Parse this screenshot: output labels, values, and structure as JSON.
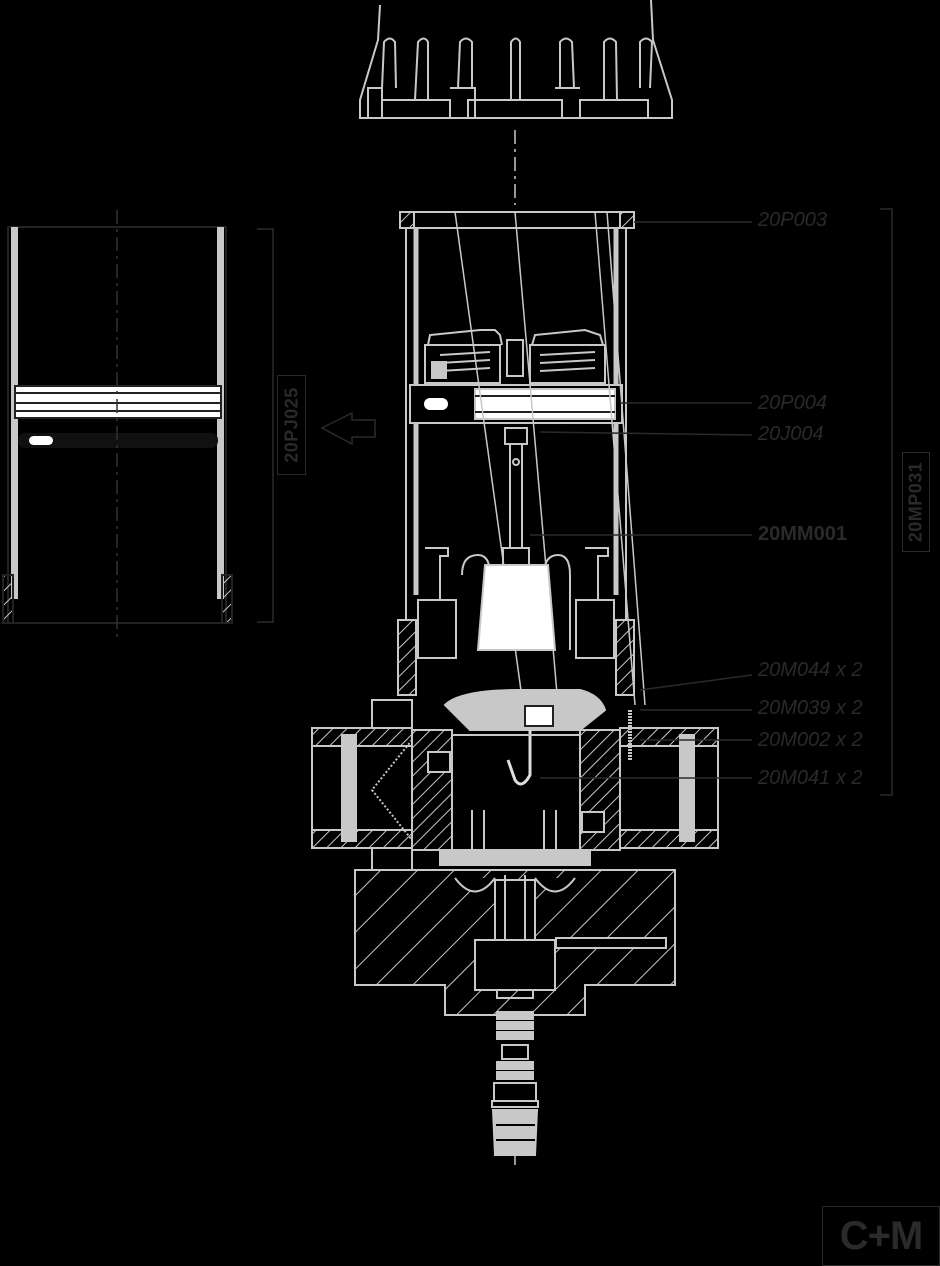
{
  "diagram": {
    "type": "exploded sectional technical drawing",
    "background": "#000000",
    "line_color": "#c8c8c8",
    "label_color": "#2a2a2a"
  },
  "labels": [
    {
      "id": "20P003",
      "text": "20P003",
      "style": "italic"
    },
    {
      "id": "20P004",
      "text": "20P004",
      "style": "italic"
    },
    {
      "id": "20J004",
      "text": "20J004",
      "style": "italic"
    },
    {
      "id": "20MM001",
      "text": "20MM001",
      "style": "bold"
    },
    {
      "id": "20M044",
      "text": "20M044 x 2",
      "style": "italic"
    },
    {
      "id": "20M039",
      "text": "20M039 x 2",
      "style": "italic"
    },
    {
      "id": "20M002",
      "text": "20M002 x 2",
      "style": "italic"
    },
    {
      "id": "20M041",
      "text": "20M041 x 2",
      "style": "italic"
    }
  ],
  "assembly_label": "20MP031",
  "side_part_label": "20PJ025",
  "logo": "C+M"
}
